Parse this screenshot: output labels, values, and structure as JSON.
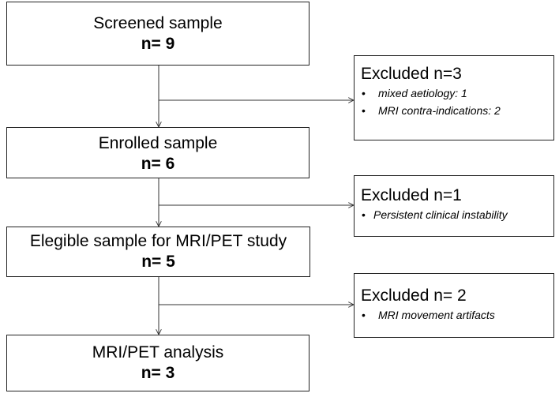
{
  "steps": [
    {
      "label": "Screened sample",
      "count": "n= 9"
    },
    {
      "label": "Enrolled sample",
      "count": "n= 6"
    },
    {
      "label": "Elegible sample for MRI/PET study",
      "count": "n= 5"
    },
    {
      "label": "MRI/PET analysis",
      "count": "n= 3"
    }
  ],
  "exclusions": [
    {
      "title": "Excluded n=3",
      "items": [
        "mixed aetiology: 1",
        "MRI contra-indications: 2"
      ]
    },
    {
      "title": "Excluded n=1",
      "items": [
        "Persistent clinical instability"
      ]
    },
    {
      "title": "Excluded n= 2",
      "items": [
        "MRI movement artifacts"
      ]
    }
  ]
}
